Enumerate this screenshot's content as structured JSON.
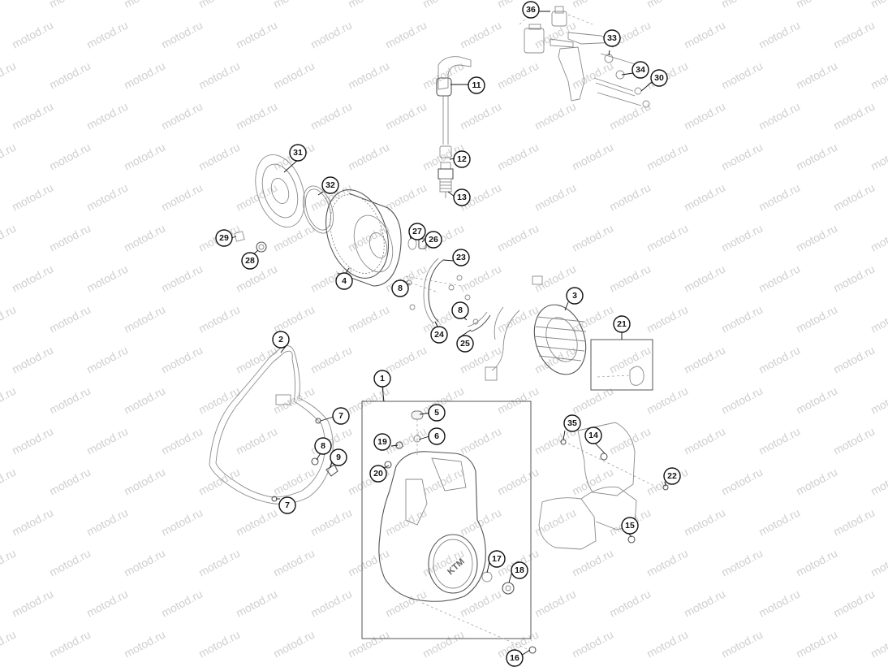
{
  "watermark": {
    "text": "motod.ru",
    "color": "#cfcfcf"
  },
  "callouts": [
    {
      "label": "1"
    },
    {
      "label": "2"
    },
    {
      "label": "3"
    },
    {
      "label": "4"
    },
    {
      "label": "5"
    },
    {
      "label": "6"
    },
    {
      "label": "7"
    },
    {
      "label": "7"
    },
    {
      "label": "8"
    },
    {
      "label": "8"
    },
    {
      "label": "8"
    },
    {
      "label": "9"
    },
    {
      "label": "11"
    },
    {
      "label": "12"
    },
    {
      "label": "13"
    },
    {
      "label": "14"
    },
    {
      "label": "15"
    },
    {
      "label": "16"
    },
    {
      "label": "17"
    },
    {
      "label": "18"
    },
    {
      "label": "19"
    },
    {
      "label": "20"
    },
    {
      "label": "21"
    },
    {
      "label": "22"
    },
    {
      "label": "23"
    },
    {
      "label": "24"
    },
    {
      "label": "25"
    },
    {
      "label": "26"
    },
    {
      "label": "27"
    },
    {
      "label": "28"
    },
    {
      "label": "29"
    },
    {
      "label": "30"
    },
    {
      "label": "31"
    },
    {
      "label": "32"
    },
    {
      "label": "33"
    },
    {
      "label": "34"
    },
    {
      "label": "35"
    },
    {
      "label": "36"
    }
  ],
  "cover_logo": {
    "text": "KTM"
  }
}
